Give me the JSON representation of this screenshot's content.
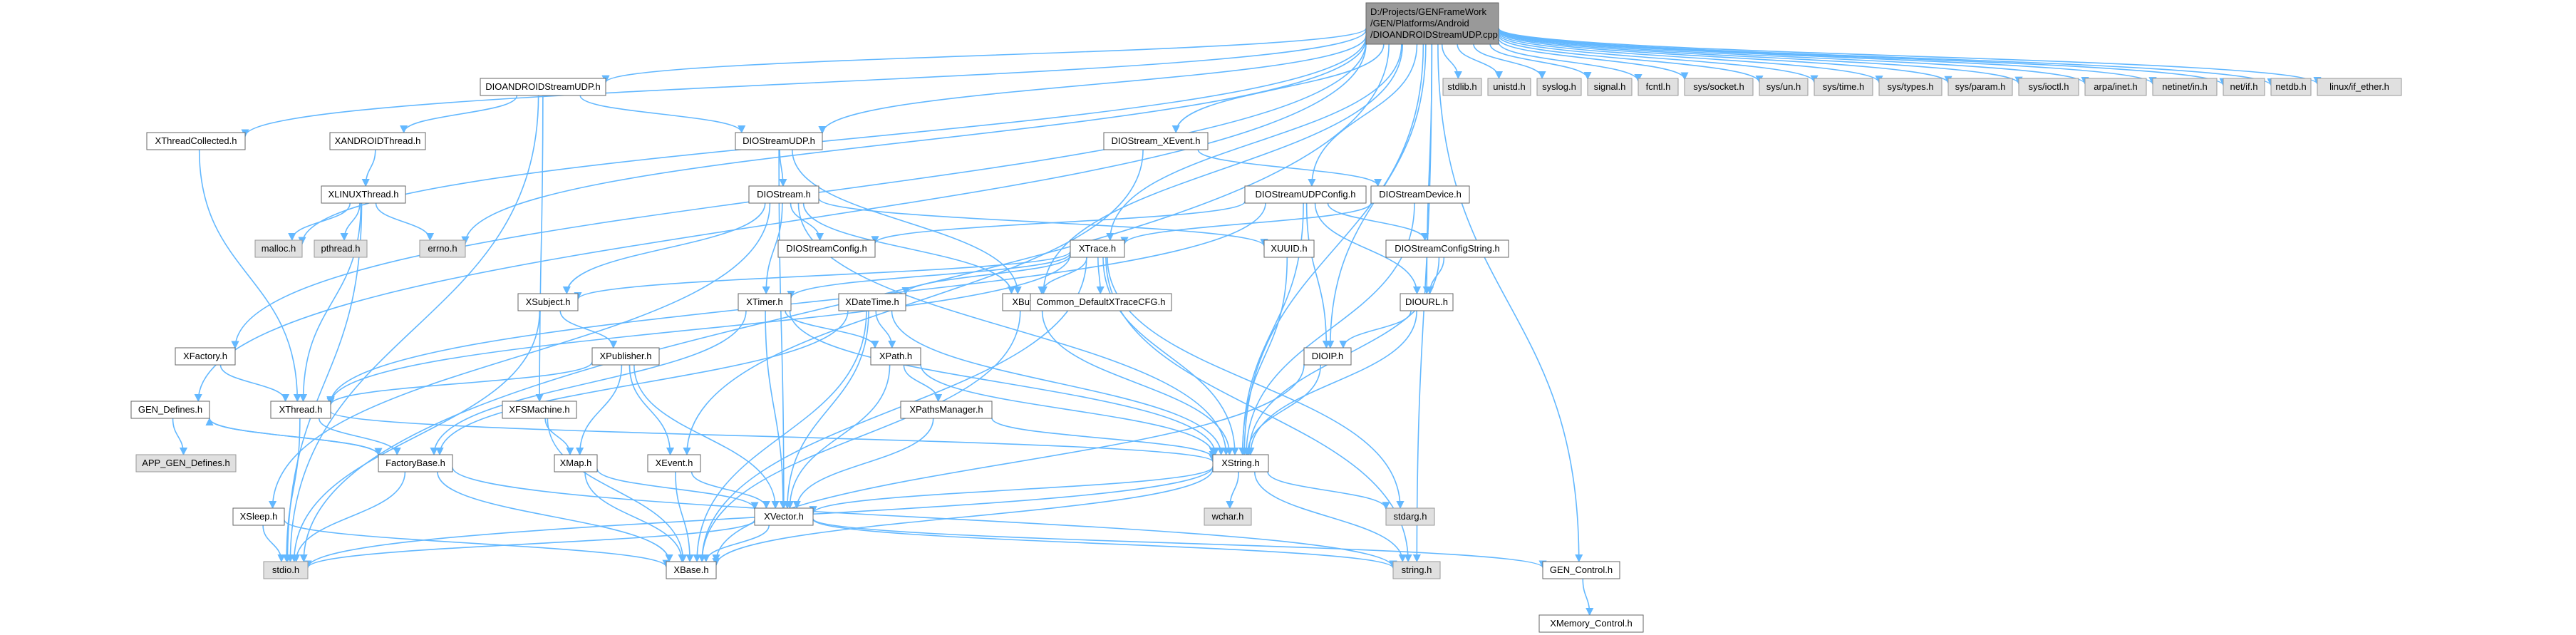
{
  "diagram": {
    "root": {
      "id": "root",
      "lines": [
        "D:/Projects/GENFrameWork",
        "/GEN/Platforms/Android",
        "/DIOANDROIDStreamUDP.cpp"
      ],
      "kind": "root"
    },
    "nodes": [
      {
        "id": "stdlib",
        "label": "stdlib.h",
        "kind": "system"
      },
      {
        "id": "unistd",
        "label": "unistd.h",
        "kind": "system"
      },
      {
        "id": "syslog",
        "label": "syslog.h",
        "kind": "system"
      },
      {
        "id": "signal",
        "label": "signal.h",
        "kind": "system"
      },
      {
        "id": "fcntl",
        "label": "fcntl.h",
        "kind": "system"
      },
      {
        "id": "syssocket",
        "label": "sys/socket.h",
        "kind": "system"
      },
      {
        "id": "sysun",
        "label": "sys/un.h",
        "kind": "system"
      },
      {
        "id": "systime",
        "label": "sys/time.h",
        "kind": "system"
      },
      {
        "id": "systypes",
        "label": "sys/types.h",
        "kind": "system"
      },
      {
        "id": "sysparam",
        "label": "sys/param.h",
        "kind": "system"
      },
      {
        "id": "sysioctl",
        "label": "sys/ioctl.h",
        "kind": "system"
      },
      {
        "id": "arpainet",
        "label": "arpa/inet.h",
        "kind": "system"
      },
      {
        "id": "netinetin",
        "label": "netinet/in.h",
        "kind": "system"
      },
      {
        "id": "netif",
        "label": "net/if.h",
        "kind": "system"
      },
      {
        "id": "netdb",
        "label": "netdb.h",
        "kind": "system"
      },
      {
        "id": "linuxifether",
        "label": "linux/if_ether.h",
        "kind": "system"
      },
      {
        "id": "dioandroidstreamudp",
        "label": "DIOANDROIDStreamUDP.h",
        "kind": "project"
      },
      {
        "id": "xthreadcollected",
        "label": "XThreadCollected.h",
        "kind": "project"
      },
      {
        "id": "xandroidthread",
        "label": "XANDROIDThread.h",
        "kind": "project"
      },
      {
        "id": "diostreamudp",
        "label": "DIOStreamUDP.h",
        "kind": "project"
      },
      {
        "id": "diostreamxevent",
        "label": "DIOStream_XEvent.h",
        "kind": "project"
      },
      {
        "id": "xlinuxthread",
        "label": "XLINUXThread.h",
        "kind": "project"
      },
      {
        "id": "malloc",
        "label": "malloc.h",
        "kind": "system"
      },
      {
        "id": "pthread",
        "label": "pthread.h",
        "kind": "system"
      },
      {
        "id": "errno",
        "label": "errno.h",
        "kind": "system"
      },
      {
        "id": "diostream",
        "label": "DIOStream.h",
        "kind": "project"
      },
      {
        "id": "diostreamdevice",
        "label": "DIOStreamDevice.h",
        "kind": "project"
      },
      {
        "id": "diostreamudpconfig",
        "label": "DIOStreamUDPConfig.h",
        "kind": "project"
      },
      {
        "id": "diostreamconfig",
        "label": "DIOStreamConfig.h",
        "kind": "project"
      },
      {
        "id": "xtrace",
        "label": "XTrace.h",
        "kind": "project"
      },
      {
        "id": "xuuid",
        "label": "XUUID.h",
        "kind": "project"
      },
      {
        "id": "diostreamconfigstring",
        "label": "DIOStreamConfigString.h",
        "kind": "project"
      },
      {
        "id": "xsubject",
        "label": "XSubject.h",
        "kind": "project"
      },
      {
        "id": "xtimer",
        "label": "XTimer.h",
        "kind": "project"
      },
      {
        "id": "xdatetime",
        "label": "XDateTime.h",
        "kind": "project"
      },
      {
        "id": "xbuffer",
        "label": "XBuffer.h",
        "kind": "project"
      },
      {
        "id": "commondefault",
        "label": "Common_DefaultXTraceCFG.h",
        "kind": "project"
      },
      {
        "id": "diourl",
        "label": "DIOURL.h",
        "kind": "project"
      },
      {
        "id": "xfactory",
        "label": "XFactory.h",
        "kind": "project"
      },
      {
        "id": "xpublisher",
        "label": "XPublisher.h",
        "kind": "project"
      },
      {
        "id": "xpath",
        "label": "XPath.h",
        "kind": "project"
      },
      {
        "id": "dioip",
        "label": "DIOIP.h",
        "kind": "project"
      },
      {
        "id": "xthread",
        "label": "XThread.h",
        "kind": "project"
      },
      {
        "id": "gendefines",
        "label": "GEN_Defines.h",
        "kind": "project"
      },
      {
        "id": "xfsmachine",
        "label": "XFSMachine.h",
        "kind": "project"
      },
      {
        "id": "xpathsmanager",
        "label": "XPathsManager.h",
        "kind": "project"
      },
      {
        "id": "appgendefines",
        "label": "APP_GEN_Defines.h",
        "kind": "system"
      },
      {
        "id": "factorybase",
        "label": "FactoryBase.h",
        "kind": "project"
      },
      {
        "id": "xmap",
        "label": "XMap.h",
        "kind": "project"
      },
      {
        "id": "xevent",
        "label": "XEvent.h",
        "kind": "project"
      },
      {
        "id": "xstring",
        "label": "XString.h",
        "kind": "project"
      },
      {
        "id": "wchar",
        "label": "wchar.h",
        "kind": "system"
      },
      {
        "id": "stdarg",
        "label": "stdarg.h",
        "kind": "system"
      },
      {
        "id": "xsleep",
        "label": "XSleep.h",
        "kind": "project"
      },
      {
        "id": "xvector",
        "label": "XVector.h",
        "kind": "project"
      },
      {
        "id": "stdio",
        "label": "stdio.h",
        "kind": "system"
      },
      {
        "id": "xbase",
        "label": "XBase.h",
        "kind": "project"
      },
      {
        "id": "stringh",
        "label": "string.h",
        "kind": "system"
      },
      {
        "id": "gencontrol",
        "label": "GEN_Control.h",
        "kind": "project"
      },
      {
        "id": "xmemorycontrol",
        "label": "XMemory_Control.h",
        "kind": "project"
      }
    ],
    "edges": [
      [
        "root",
        "stdlib"
      ],
      [
        "root",
        "unistd"
      ],
      [
        "root",
        "syslog"
      ],
      [
        "root",
        "signal"
      ],
      [
        "root",
        "fcntl"
      ],
      [
        "root",
        "syssocket"
      ],
      [
        "root",
        "sysun"
      ],
      [
        "root",
        "systime"
      ],
      [
        "root",
        "systypes"
      ],
      [
        "root",
        "sysparam"
      ],
      [
        "root",
        "sysioctl"
      ],
      [
        "root",
        "arpainet"
      ],
      [
        "root",
        "netinetin"
      ],
      [
        "root",
        "netif"
      ],
      [
        "root",
        "netdb"
      ],
      [
        "root",
        "linuxifether"
      ],
      [
        "root",
        "dioandroidstreamudp"
      ],
      [
        "root",
        "xthreadcollected"
      ],
      [
        "root",
        "diostreamudp"
      ],
      [
        "root",
        "diostreamxevent"
      ],
      [
        "root",
        "malloc"
      ],
      [
        "root",
        "errno"
      ],
      [
        "root",
        "diostreamudpconfig"
      ],
      [
        "root",
        "xtrace"
      ],
      [
        "root",
        "xbuffer"
      ],
      [
        "root",
        "diourl"
      ],
      [
        "root",
        "xfactory"
      ],
      [
        "root",
        "dioip"
      ],
      [
        "root",
        "gendefines"
      ],
      [
        "root",
        "stdio"
      ],
      [
        "root",
        "stringh"
      ],
      [
        "root",
        "gencontrol"
      ],
      [
        "root",
        "xstring"
      ],
      [
        "dioandroidstreamudp",
        "xandroidthread"
      ],
      [
        "dioandroidstreamudp",
        "diostreamudp"
      ],
      [
        "dioandroidstreamudp",
        "xfsmachine"
      ],
      [
        "dioandroidstreamudp",
        "stdio"
      ],
      [
        "xandroidthread",
        "xlinuxthread"
      ],
      [
        "xlinuxthread",
        "malloc"
      ],
      [
        "xlinuxthread",
        "pthread"
      ],
      [
        "xlinuxthread",
        "errno"
      ],
      [
        "xlinuxthread",
        "xthread"
      ],
      [
        "xlinuxthread",
        "stdio"
      ],
      [
        "xthreadcollected",
        "xthread"
      ],
      [
        "diostreamudp",
        "diostream"
      ],
      [
        "diostreamudp",
        "xbuffer"
      ],
      [
        "diostreamudp",
        "xvector"
      ],
      [
        "diostreamxevent",
        "diostreamdevice"
      ],
      [
        "diostreamxevent",
        "xevent"
      ],
      [
        "diostreamdevice",
        "xtrace"
      ],
      [
        "diostreamdevice",
        "xstring"
      ],
      [
        "diostream",
        "diostreamconfig"
      ],
      [
        "diostream",
        "xuuid"
      ],
      [
        "diostream",
        "xsubject"
      ],
      [
        "diostream",
        "xtimer"
      ],
      [
        "diostream",
        "xstring"
      ],
      [
        "diostream",
        "xsleep"
      ],
      [
        "diostream",
        "xbuffer"
      ],
      [
        "diostreamudpconfig",
        "diostreamconfig"
      ],
      [
        "diostreamudpconfig",
        "diostreamconfigstring"
      ],
      [
        "diostreamudpconfig",
        "diourl"
      ],
      [
        "diostreamudpconfig",
        "dioip"
      ],
      [
        "diostreamudpconfig",
        "xstring"
      ],
      [
        "diostreamudpconfig",
        "xthread"
      ],
      [
        "diostreamconfigstring",
        "diourl"
      ],
      [
        "diostreamconfigstring",
        "xstring"
      ],
      [
        "diourl",
        "dioip"
      ],
      [
        "diourl",
        "xstring"
      ],
      [
        "dioip",
        "xstring"
      ],
      [
        "dioip",
        "xbase"
      ],
      [
        "xuuid",
        "xstring"
      ],
      [
        "xtrace",
        "xbuffer"
      ],
      [
        "xtrace",
        "commondefault"
      ],
      [
        "xtrace",
        "xdatetime"
      ],
      [
        "xtrace",
        "xtimer"
      ],
      [
        "xtrace",
        "xstring"
      ],
      [
        "xtrace",
        "stdarg"
      ],
      [
        "xtrace",
        "stringh"
      ],
      [
        "xtrace",
        "xsubject"
      ],
      [
        "xtrace",
        "xbase"
      ],
      [
        "xtrace",
        "xthread"
      ],
      [
        "xsubject",
        "xpublisher"
      ],
      [
        "xsubject",
        "stdio"
      ],
      [
        "xpublisher",
        "xmap"
      ],
      [
        "xpublisher",
        "xevent"
      ],
      [
        "xpublisher",
        "xvector"
      ],
      [
        "xpublisher",
        "xthread"
      ],
      [
        "xtimer",
        "xpath"
      ],
      [
        "xtimer",
        "xstring"
      ],
      [
        "xtimer",
        "xvector"
      ],
      [
        "xtimer",
        "factorybase"
      ],
      [
        "xdatetime",
        "xpath"
      ],
      [
        "xdatetime",
        "xstring"
      ],
      [
        "xdatetime",
        "xvector"
      ],
      [
        "xdatetime",
        "factorybase"
      ],
      [
        "xdatetime",
        "xbase"
      ],
      [
        "xpath",
        "xpathsmanager"
      ],
      [
        "xpath",
        "xstring"
      ],
      [
        "xpath",
        "xvector"
      ],
      [
        "xpathsmanager",
        "xstring"
      ],
      [
        "xpathsmanager",
        "xvector"
      ],
      [
        "xbuffer",
        "xstring"
      ],
      [
        "xbuffer",
        "xbase"
      ],
      [
        "xfactory",
        "xthread"
      ],
      [
        "xthread",
        "factorybase"
      ],
      [
        "xthread",
        "xstring"
      ],
      [
        "xthread",
        "stdio"
      ],
      [
        "gendefines",
        "appgendefines"
      ],
      [
        "gendefines",
        "factorybase"
      ],
      [
        "factorybase",
        "gendefines"
      ],
      [
        "factorybase",
        "stdio"
      ],
      [
        "factorybase",
        "xbase"
      ],
      [
        "factorybase",
        "stringh"
      ],
      [
        "xfsmachine",
        "xmap"
      ],
      [
        "xfsmachine",
        "xbase"
      ],
      [
        "xmap",
        "xvector"
      ],
      [
        "xmap",
        "xbase"
      ],
      [
        "xevent",
        "xvector"
      ],
      [
        "xevent",
        "xbase"
      ],
      [
        "xstring",
        "wchar"
      ],
      [
        "xstring",
        "stdarg"
      ],
      [
        "xstring",
        "stringh"
      ],
      [
        "xstring",
        "xvector"
      ],
      [
        "xstring",
        "stdio"
      ],
      [
        "xstring",
        "xbase"
      ],
      [
        "xsleep",
        "stdio"
      ],
      [
        "xsleep",
        "xbase"
      ],
      [
        "xvector",
        "stdio"
      ],
      [
        "xvector",
        "xbase"
      ],
      [
        "xvector",
        "stringh"
      ],
      [
        "xvector",
        "gencontrol"
      ],
      [
        "gencontrol",
        "xmemorycontrol"
      ]
    ]
  }
}
